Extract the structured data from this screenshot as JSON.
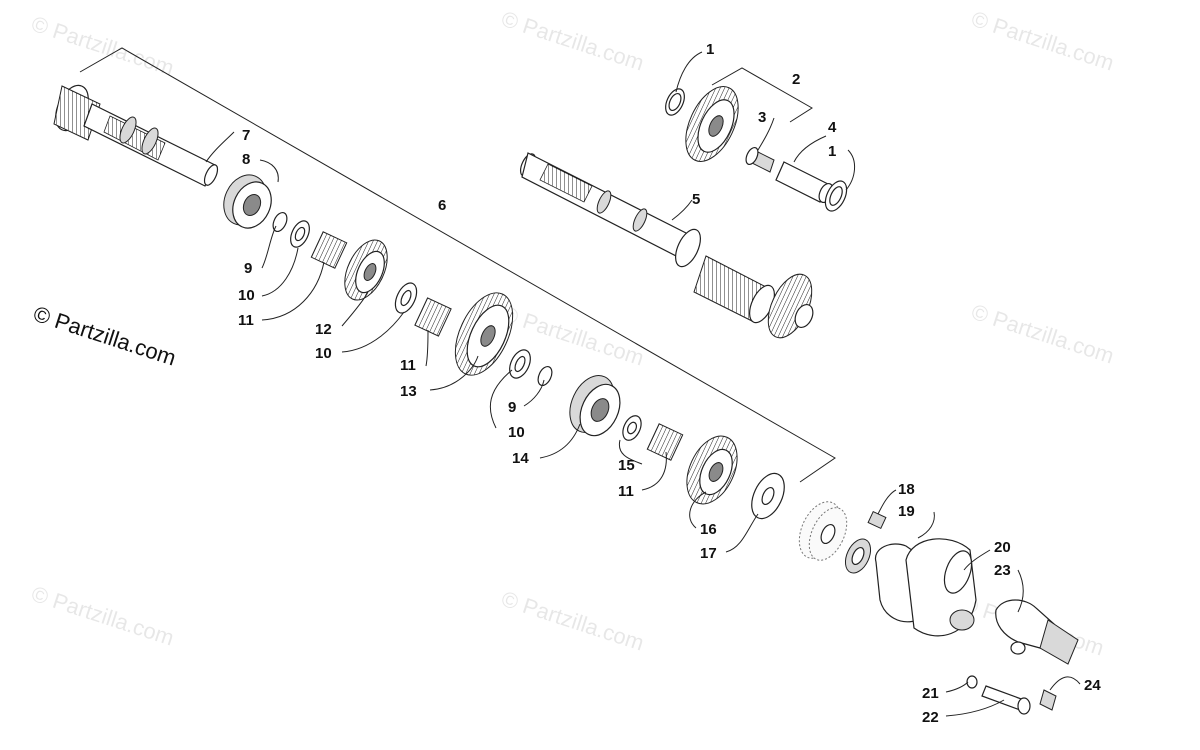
{
  "watermark": {
    "text": "© Partzilla.com",
    "color": "#000000"
  },
  "credit": {
    "text": "© Partzilla.com"
  },
  "callouts": [
    {
      "n": "1"
    },
    {
      "n": "2"
    },
    {
      "n": "3"
    },
    {
      "n": "4"
    },
    {
      "n": "1"
    },
    {
      "n": "5"
    },
    {
      "n": "6"
    },
    {
      "n": "7"
    },
    {
      "n": "8"
    },
    {
      "n": "9"
    },
    {
      "n": "10"
    },
    {
      "n": "11"
    },
    {
      "n": "12"
    },
    {
      "n": "10"
    },
    {
      "n": "11"
    },
    {
      "n": "13"
    },
    {
      "n": "9"
    },
    {
      "n": "10"
    },
    {
      "n": "14"
    },
    {
      "n": "15"
    },
    {
      "n": "11"
    },
    {
      "n": "16"
    },
    {
      "n": "17"
    },
    {
      "n": "18"
    },
    {
      "n": "19"
    },
    {
      "n": "20"
    },
    {
      "n": "23"
    },
    {
      "n": "24"
    },
    {
      "n": "21"
    },
    {
      "n": "22"
    }
  ]
}
